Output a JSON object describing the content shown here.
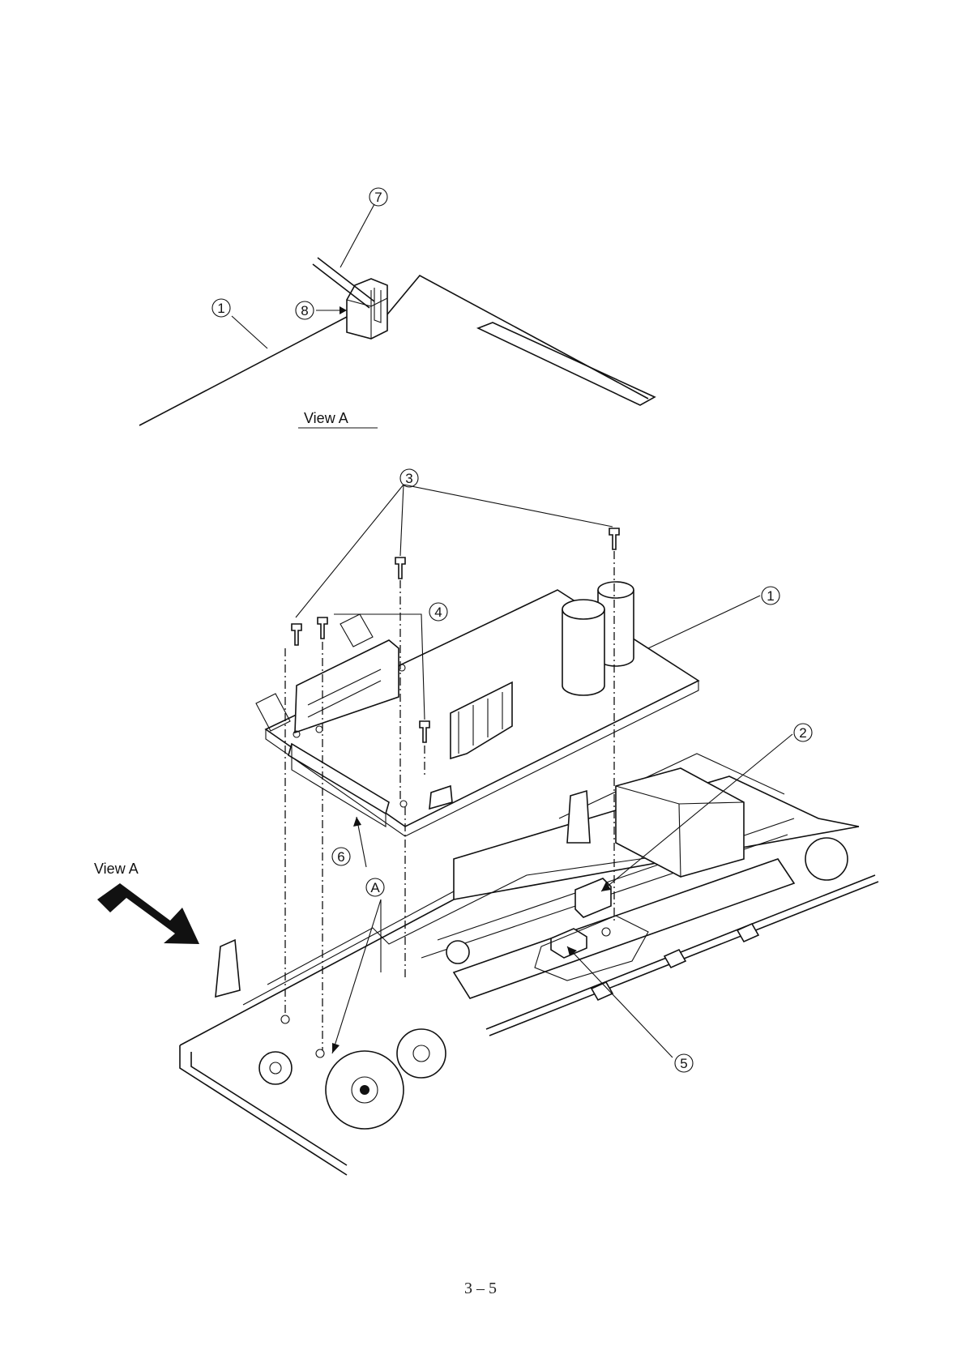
{
  "callouts": {
    "c1": "1",
    "c2": "2",
    "c3": "3",
    "c4": "4",
    "c5": "5",
    "c6": "6",
    "c7": "7",
    "c8": "8",
    "cA": "A"
  },
  "view_a_caption": "View  A",
  "view_a_arrow_label": "View  A",
  "page_number": "3 – 5"
}
